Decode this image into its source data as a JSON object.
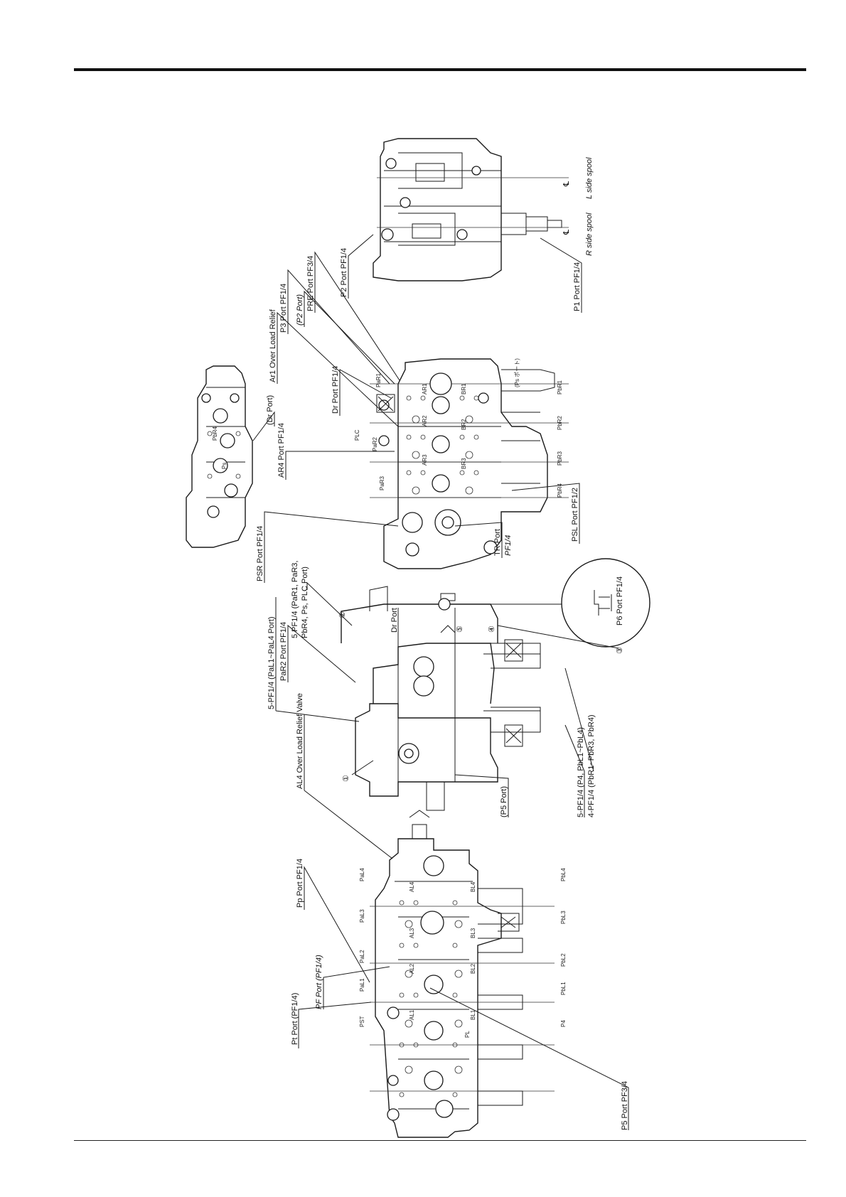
{
  "labels": {
    "pt_port": "Pt Port (PF1/4)",
    "pf_port": "PF Port (PF1/4)",
    "pp_port": "Pp Port PF1/4",
    "p5_port_pf34": "P5 Port PF3/4",
    "al4_relief": "AL4  Over Load Relief Valve",
    "p5_port": "(P5 Port)",
    "pf14_4": "5-PF1/4 (P4, PbL1~PbL4)",
    "pf14_r": "4-PF1/4 (PbR1~PbR3, PbR4)",
    "pf14_5": "5-PF1/4 (PaL1~PaL4 Port)",
    "par2_port": "PaR2 Port PF1/4",
    "pf14_par": "5 PF1/4 (PaR1, PaR3,",
    "pf14_par_b": "PbR4, Ps, PLC Port)",
    "dr_port_mid": "Dr Port",
    "p6_port": "P6 Port PF1/4",
    "psr_port": "PSR Port PF1/4",
    "ar4_port": "AR4 Port PF1/4",
    "dr_port_paren": "(Dr Port)",
    "dr_port": "Dr Port PF1/4",
    "ar1_relief": "Ar1 Over Load Relief",
    "p3_port": "P3 Port PF1/4",
    "p2_port_paren": "(P2 Port)",
    "pre_port": "PRE Port PF3/4",
    "p2_port": "P2 Port PF1/4",
    "tr_port": "TR Port",
    "tr_port_size": "PF1/4",
    "psl_port": "PSL Port PF1/2",
    "p1_port": "P1 Port PF1/4",
    "r_side_spool": "R side spool",
    "l_side_spool": "L side spool",
    "ps_port": "(Ps ポート)"
  },
  "marks": {
    "c1": "①",
    "c2": "②",
    "c3": "③",
    "c4": "④",
    "c5": "⑤",
    "cl": "℄"
  },
  "body_labels": {
    "pst": "PST",
    "pbl1": "PaL1",
    "pbl2": "PaL2",
    "pbl3": "PaL3",
    "pbl4": "PaL4",
    "p4": "P4",
    "pbl1b": "PbL1",
    "pbl2b": "PbL2",
    "pbl3b": "PbL3",
    "pbl4b": "PbL4",
    "al1": "AL1",
    "al2": "AL2",
    "al3": "AL3",
    "al4": "AL4",
    "bl1": "BL1",
    "bl2": "BL2",
    "bl3": "BL3",
    "bl4": "BL4",
    "pl": "PL",
    "par1": "PaR1",
    "par2": "PaR2",
    "par3": "PaR3",
    "ar1": "AR1",
    "ar2": "AR2",
    "ar3": "AR3",
    "br1": "BR1",
    "br2": "BR2",
    "br3": "BR3",
    "pbr1": "PbR1",
    "pbr2": "PbR2",
    "pbr3": "PbR3",
    "pbr4": "PbR4",
    "plc": "PLC",
    "pbr4s": "PbR4",
    "ps": "Ps"
  }
}
